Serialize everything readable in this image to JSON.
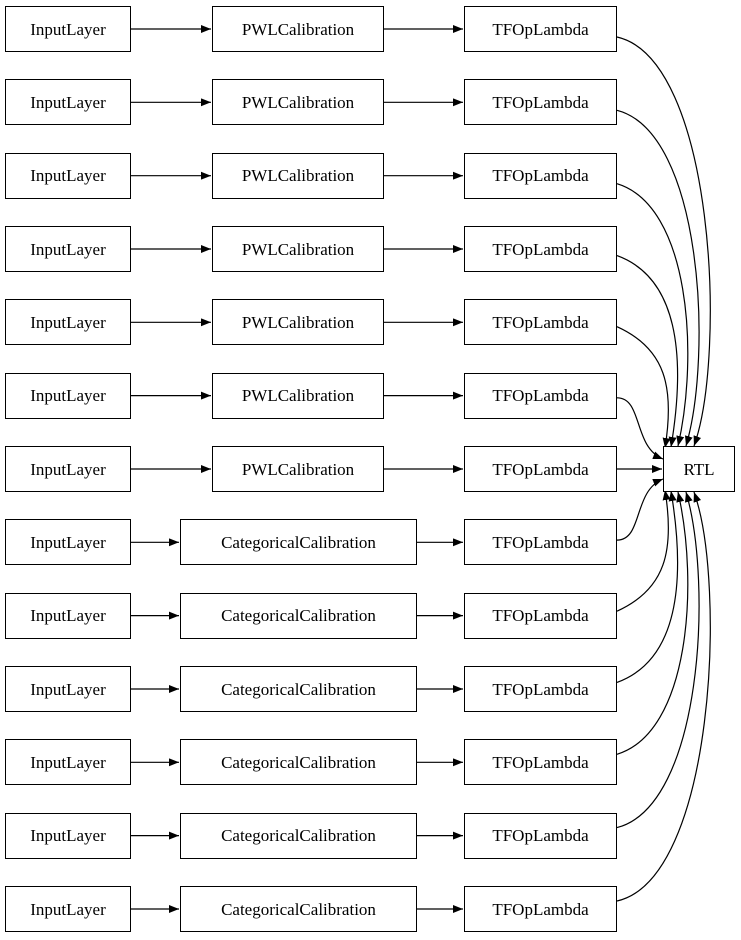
{
  "diagram": {
    "background": "#ffffff",
    "node_fill": "#ffffff",
    "node_border": "#000000",
    "edge_color": "#000000",
    "sink_label": "RTL",
    "rows": [
      {
        "input_label": "InputLayer",
        "calibration_label": "PWLCalibration",
        "lambda_label": "TFOpLambda"
      },
      {
        "input_label": "InputLayer",
        "calibration_label": "PWLCalibration",
        "lambda_label": "TFOpLambda"
      },
      {
        "input_label": "InputLayer",
        "calibration_label": "PWLCalibration",
        "lambda_label": "TFOpLambda"
      },
      {
        "input_label": "InputLayer",
        "calibration_label": "PWLCalibration",
        "lambda_label": "TFOpLambda"
      },
      {
        "input_label": "InputLayer",
        "calibration_label": "PWLCalibration",
        "lambda_label": "TFOpLambda"
      },
      {
        "input_label": "InputLayer",
        "calibration_label": "PWLCalibration",
        "lambda_label": "TFOpLambda"
      },
      {
        "input_label": "InputLayer",
        "calibration_label": "PWLCalibration",
        "lambda_label": "TFOpLambda"
      },
      {
        "input_label": "InputLayer",
        "calibration_label": "CategoricalCalibration",
        "lambda_label": "TFOpLambda"
      },
      {
        "input_label": "InputLayer",
        "calibration_label": "CategoricalCalibration",
        "lambda_label": "TFOpLambda"
      },
      {
        "input_label": "InputLayer",
        "calibration_label": "CategoricalCalibration",
        "lambda_label": "TFOpLambda"
      },
      {
        "input_label": "InputLayer",
        "calibration_label": "CategoricalCalibration",
        "lambda_label": "TFOpLambda"
      },
      {
        "input_label": "InputLayer",
        "calibration_label": "CategoricalCalibration",
        "lambda_label": "TFOpLambda"
      },
      {
        "input_label": "InputLayer",
        "calibration_label": "CategoricalCalibration",
        "lambda_label": "TFOpLambda"
      }
    ]
  }
}
